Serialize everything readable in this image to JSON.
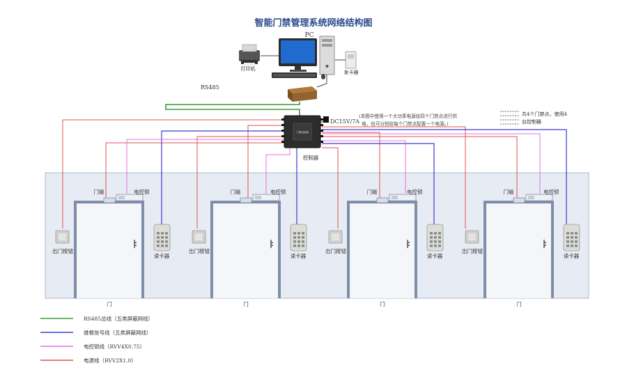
{
  "title": "智能门禁管理系统网络结构图",
  "top": {
    "pc_label": "PC",
    "printer_label": "打印机",
    "card_issuer_label": "发卡器",
    "bus_label": "RS485"
  },
  "controller": {
    "label": "控制器",
    "device_text": "门禁控制器",
    "power_label": "DC15V/7A",
    "note_line1": "(本图中使用一个大功率电源给四个门禁点进行供",
    "note_line2": "电，也可分别给每个门禁点配置一个电源。)",
    "side_note_line1": "共4个门禁点，使用4",
    "side_note_line2": "台控制器"
  },
  "door_units": [
    {
      "magnet": "门磁",
      "lock": "电控锁",
      "exit_button": "出门按钮",
      "reader": "读卡器",
      "door": "门"
    },
    {
      "magnet": "门磁",
      "lock": "电控锁",
      "exit_button": "出门按钮",
      "reader": "读卡器",
      "door": "门"
    },
    {
      "magnet": "门磁",
      "lock": "电控锁",
      "exit_button": "出门按钮",
      "reader": "读卡器",
      "door": "门"
    },
    {
      "magnet": "门磁",
      "lock": "电控锁",
      "exit_button": "出门按钮",
      "reader": "读卡器",
      "door": "门"
    }
  ],
  "legend": [
    {
      "label": "RS485总线（五类屏蔽网线）",
      "color": "#3a9a3a"
    },
    {
      "label": "维根信号线（五类屏蔽网线）",
      "color": "#3a3ad0"
    },
    {
      "label": "电控锁线（RVV4X0.75）",
      "color": "#e070e0"
    },
    {
      "label": "电源线（RVV2X1.0）",
      "color": "#e05050"
    }
  ],
  "colors": {
    "rs485": "#3a9a3a",
    "wiegand": "#3a3ad0",
    "lock": "#e070e0",
    "power": "#e05050",
    "wall_fill": "#e7ecf4",
    "wall_stroke": "#b8c2d0",
    "door_fill": "#f4f6fa",
    "door_frame": "#7d8ea8"
  }
}
